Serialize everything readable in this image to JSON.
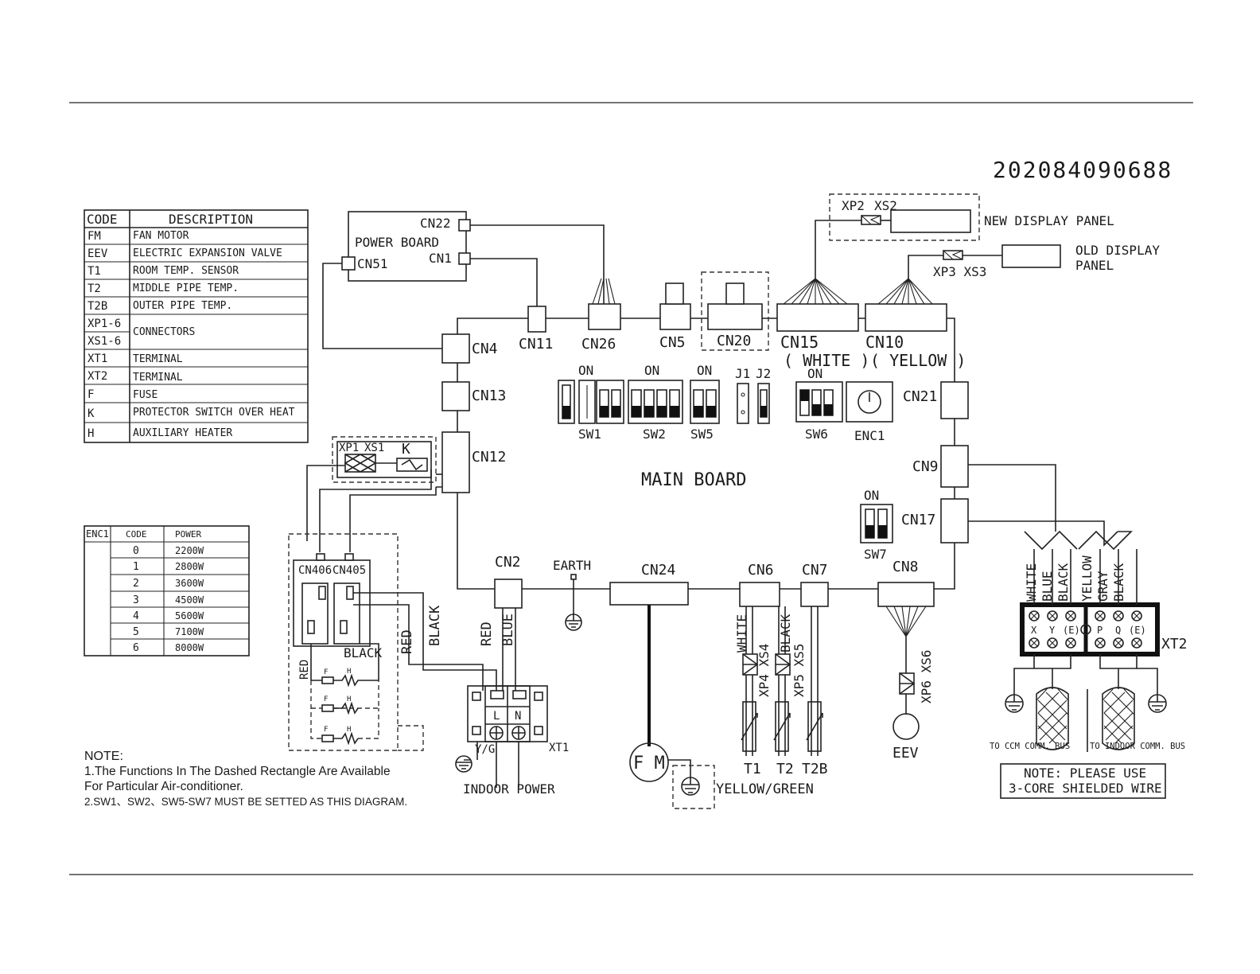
{
  "document_number": "202084090688",
  "legend": {
    "header": {
      "code": "CODE",
      "description": "DESCRIPTION"
    },
    "rows": [
      {
        "code": "FM",
        "description": "FAN MOTOR"
      },
      {
        "code": "EEV",
        "description": "ELECTRIC EXPANSION VALVE"
      },
      {
        "code": "T1",
        "description": "ROOM TEMP. SENSOR"
      },
      {
        "code": "T2",
        "description": "MIDDLE PIPE TEMP."
      },
      {
        "code": "T2B",
        "description": "OUTER PIPE TEMP."
      },
      {
        "code": "XP1-6",
        "description": "CONNECTORS"
      },
      {
        "code": "XS1-6",
        "description": ""
      },
      {
        "code": "XT1",
        "description": "TERMINAL"
      },
      {
        "code": "XT2",
        "description": "TERMINAL"
      },
      {
        "code": "F",
        "description": "FUSE"
      },
      {
        "code": "K",
        "description": "PROTECTOR SWITCH OVER HEAT"
      },
      {
        "code": "H",
        "description": "AUXILIARY HEATER"
      }
    ]
  },
  "enc_table": {
    "header": {
      "name": "ENC1",
      "code": "CODE",
      "power": "POWER"
    },
    "rows": [
      {
        "code": "0",
        "power": "2200W"
      },
      {
        "code": "1",
        "power": "2800W"
      },
      {
        "code": "2",
        "power": "3600W"
      },
      {
        "code": "3",
        "power": "4500W"
      },
      {
        "code": "4",
        "power": "5600W"
      },
      {
        "code": "5",
        "power": "7100W"
      },
      {
        "code": "6",
        "power": "8000W"
      }
    ]
  },
  "labels": {
    "power_board": "POWER BOARD",
    "cn22": "CN22",
    "cn1": "CN1",
    "cn51": "CN51",
    "xp2": "XP2",
    "xs2": "XS2",
    "new_display_panel": "NEW DISPLAY PANEL",
    "xp3_xs3": "XP3 XS3",
    "old_display_line1": "OLD DISPLAY",
    "old_display_line2": "PANEL",
    "cn4": "CN4",
    "cn11": "CN11",
    "cn26": "CN26",
    "cn5": "CN5",
    "cn20": "CN20",
    "cn15": "CN15",
    "cn10": "CN10",
    "cn15_color": "( WHITE )",
    "cn10_color": "( YELLOW )",
    "cn13": "CN13",
    "cn12": "CN12",
    "cn21": "CN21",
    "cn9": "CN9",
    "cn17": "CN17",
    "main_board": "MAIN BOARD",
    "on": "ON",
    "j1": "J1",
    "j2": "J2",
    "sw1": "SW1",
    "sw2": "SW2",
    "sw5": "SW5",
    "sw6": "SW6",
    "sw7": "SW7",
    "enc1": "ENC1",
    "xp1": "XP1",
    "xs1": "XS1",
    "k": "K",
    "cn406": "CN406",
    "cn405": "CN405",
    "black": "BLACK",
    "red": "RED",
    "blue": "BLUE",
    "white": "WHITE",
    "f": "F",
    "h": "H",
    "cn2": "CN2",
    "earth": "EARTH",
    "cn24": "CN24",
    "cn6": "CN6",
    "cn7": "CN7",
    "cn8": "CN8",
    "xp4_xs4": "XP4 XS4",
    "xp5_xs5": "XP5 XS5",
    "xp6_xs6": "XP6 XS6",
    "t1": "T1",
    "t2": "T2",
    "t2b": "T2B",
    "eev": "EEV",
    "fm": "F M",
    "yellow_green": "YELLOW/GREEN",
    "yg": "Y/G",
    "l": "L",
    "n": "N",
    "xt1": "XT1",
    "indoor_power": "INDOOR POWER",
    "xt2": "XT2",
    "yellow": "YELLOW",
    "gray": "GRAY",
    "x": "X",
    "y": "Y",
    "e": "(E)",
    "p": "P",
    "q": "Q",
    "to_ccm": "TO CCM  COMM. BUS",
    "to_indoor": "TO INDOOR COMM. BUS",
    "shield_note_line1": "NOTE: PLEASE USE",
    "shield_note_line2": "3-CORE SHIELDED WIRE"
  },
  "notes": {
    "title": "NOTE:",
    "line1": "1.The Functions In The Dashed Rectangle Are Available",
    "line2": "For Particular Air-conditioner.",
    "line3": "2.SW1、SW2、SW5-SW7 MUST BE SETTED AS THIS DIAGRAM."
  }
}
